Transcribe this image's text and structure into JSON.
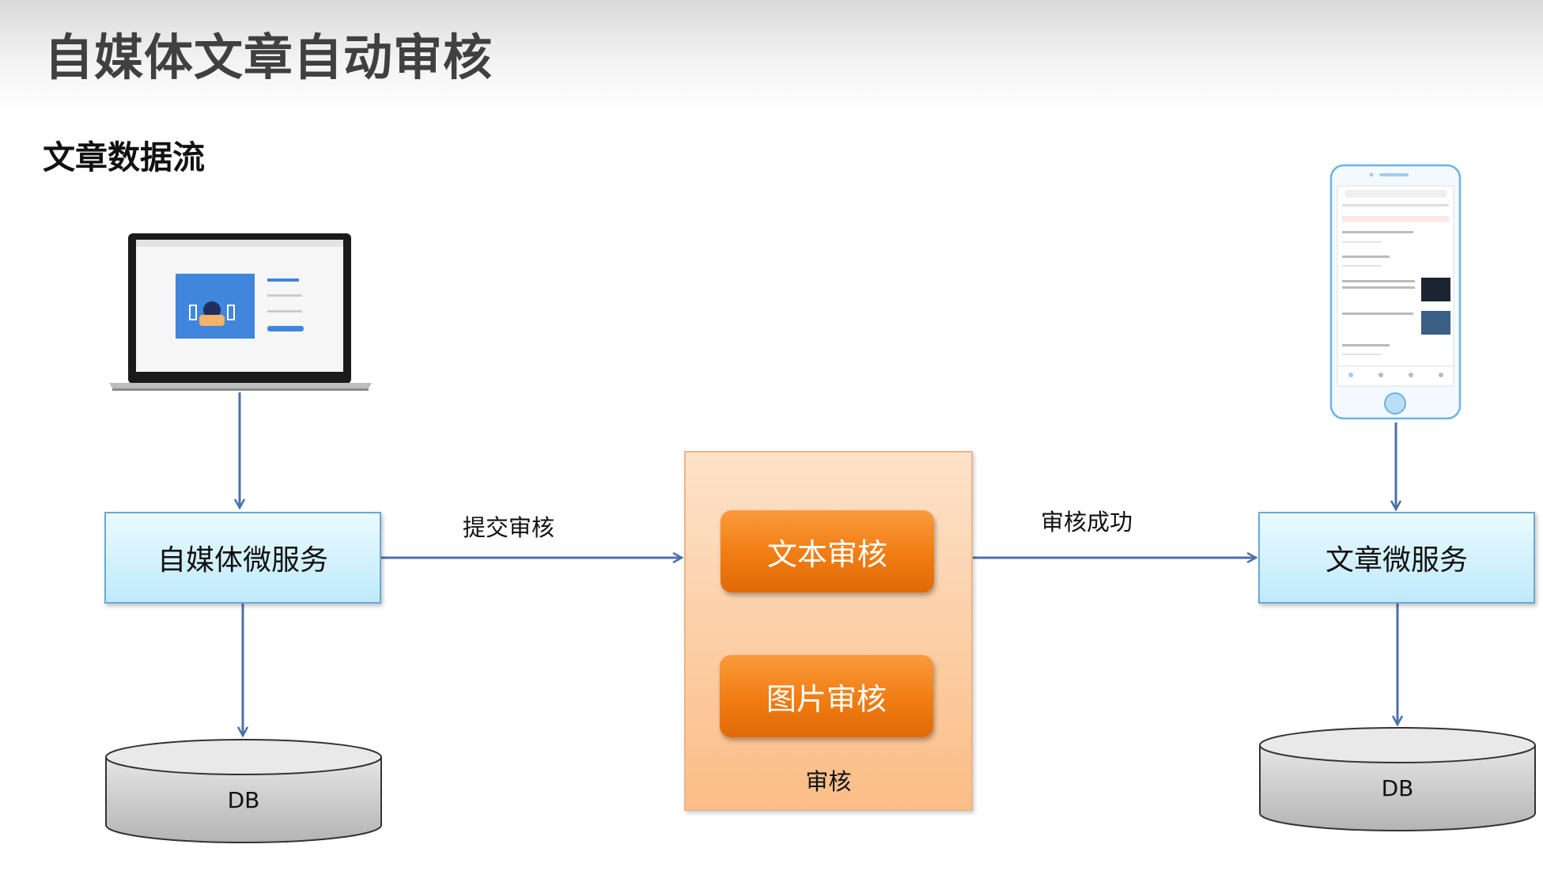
{
  "slide": {
    "title": "自媒体文章自动审核",
    "section_title": "文章数据流"
  },
  "nodes": {
    "wemedia_service": "自媒体微服务",
    "article_service": "文章微服务",
    "text_audit": "文本审核",
    "image_audit": "图片审核",
    "audit_group": "审核",
    "db_left": "DB",
    "db_right": "DB"
  },
  "edges": {
    "submit_audit": "提交审核",
    "audit_success": "审核成功"
  },
  "colors": {
    "arrow": "#4a72a8",
    "service_box": "#bfeafb",
    "audit_button": "#f07c12",
    "audit_container": "#fbbd86",
    "db": "#c8c8c8"
  },
  "icons": {
    "laptop": "laptop-icon",
    "phone": "mobile-phone-icon"
  }
}
